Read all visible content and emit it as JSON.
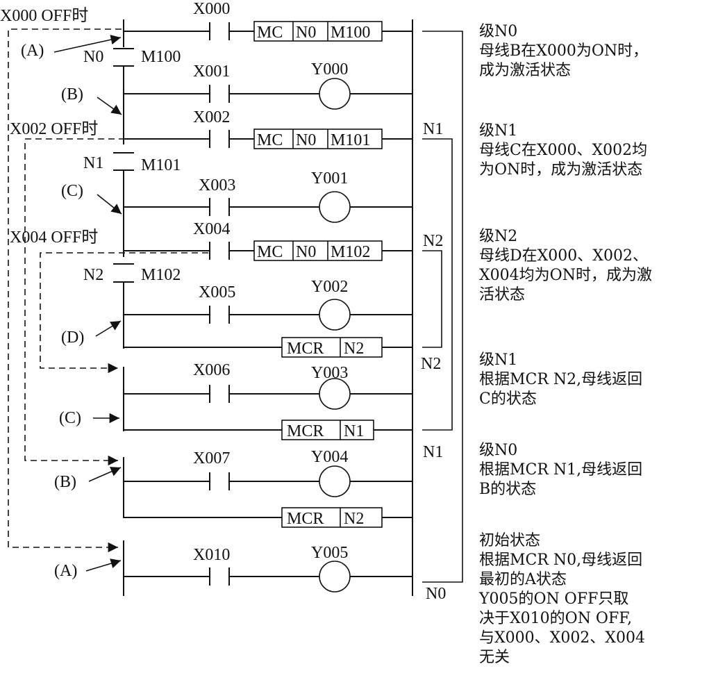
{
  "off_labels": [
    "X000 OFF时",
    "X002 OFF时",
    "X004 OFF时"
  ],
  "bus_labels": [
    "(A)",
    "(B)",
    "(C)",
    "(D)",
    "(C)",
    "(B)",
    "(A)"
  ],
  "contacts": [
    "X000",
    "X001",
    "X002",
    "X003",
    "X004",
    "X005",
    "X006",
    "X007",
    "X010"
  ],
  "outputs": [
    "Y000",
    "Y001",
    "Y002",
    "Y003",
    "Y004",
    "Y005"
  ],
  "mc_instructions": [
    {
      "op": "MC",
      "nest": "N0",
      "device": "M100",
      "contact_nest": "N0"
    },
    {
      "op": "MC",
      "nest": "N0",
      "device": "M101",
      "contact_nest": "N1"
    },
    {
      "op": "MC",
      "nest": "N0",
      "device": "M102",
      "contact_nest": "N2"
    }
  ],
  "mcr_instructions": [
    {
      "op": "MCR",
      "nest": "N2"
    },
    {
      "op": "MCR",
      "nest": "N1"
    },
    {
      "op": "MCR",
      "nest": "N2"
    }
  ],
  "bracket_labels": {
    "n1_top": "N1",
    "n2_top": "N2",
    "n2_bottom": "N2",
    "n1_bottom": "N1",
    "n0_bottom": "N0"
  },
  "notes": [
    {
      "lines": [
        "级N0",
        "母线B在X000为ON时，",
        "成为激活状态"
      ]
    },
    {
      "lines": [
        "级N1",
        "母线C在X000、X002均",
        "为ON时，成为激活状态"
      ]
    },
    {
      "lines": [
        "级N2",
        "母线D在X000、X002、",
        "X004均为ON时，成为激",
        "活状态"
      ]
    },
    {
      "lines": [
        "级N1",
        "根据MCR N2,母线返回",
        "C的状态"
      ]
    },
    {
      "lines": [
        "级N0",
        "根据MCR N1,母线返回",
        "B的状态"
      ]
    },
    {
      "lines": [
        "初始状态",
        "根据MCR N0,母线返回",
        "最初的A状态",
        "Y005的ON OFF只取",
        "决于X010的ON OFF,",
        "与X000、X002、X004",
        "无关"
      ]
    }
  ]
}
